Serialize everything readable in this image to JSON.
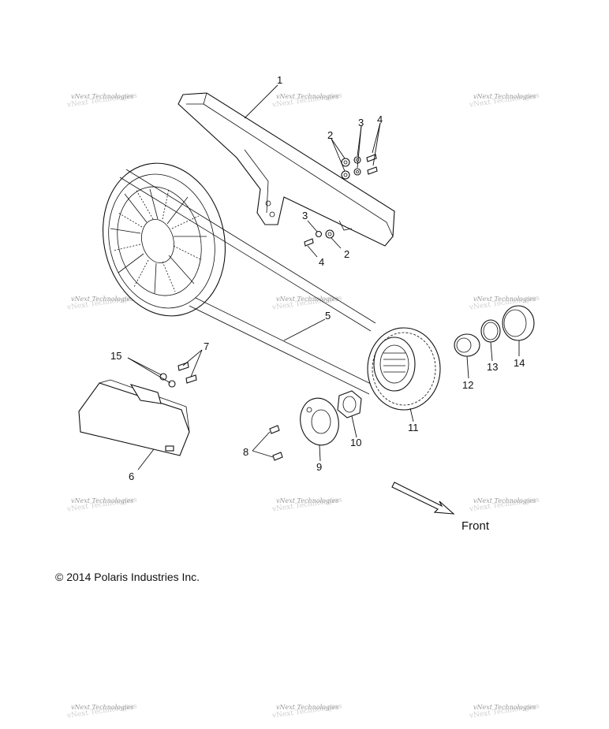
{
  "callouts": [
    "1",
    "2",
    "3",
    "4",
    "2",
    "3",
    "4",
    "5",
    "7",
    "15",
    "6",
    "8",
    "9",
    "10",
    "11",
    "12",
    "13",
    "14"
  ],
  "front_label": "Front",
  "copyright": "© 2014 Polaris Industries Inc.",
  "watermark_text": "vNext Technologies",
  "colors": {
    "line": "#111111",
    "watermark": "#9a9a9a",
    "background": "#ffffff"
  }
}
